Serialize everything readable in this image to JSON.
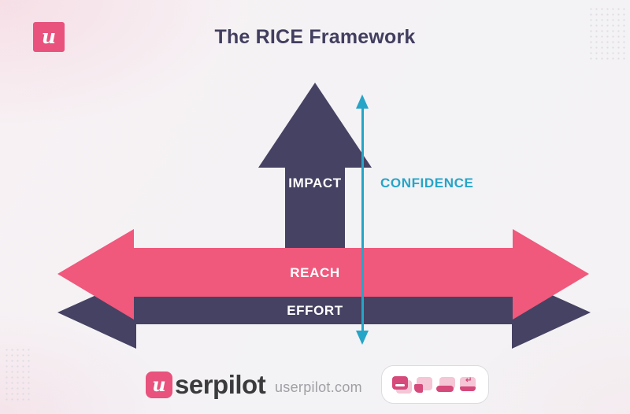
{
  "title": "The RICE Framework",
  "brand": {
    "logo_letter": "u",
    "logo_text_rest": "serpilot",
    "website": "userpilot.com"
  },
  "diagram": {
    "impact": {
      "label": "IMPACT",
      "color": "#464263"
    },
    "confidence": {
      "label": "CONFIDENCE",
      "color": "#25a5c8"
    },
    "reach": {
      "label": "REACH",
      "color": "#f0587c"
    },
    "effort": {
      "label": "EFFORT",
      "color": "#464263"
    }
  },
  "footer": {
    "icons": [
      {
        "name": "modal-icon"
      },
      {
        "name": "tooltip-icon"
      },
      {
        "name": "banner-icon"
      },
      {
        "name": "input-return-icon",
        "glyph": "↵"
      }
    ]
  },
  "colors": {
    "accent_pink": "#f0587c",
    "dark_purple": "#464263",
    "teal": "#25a5c8",
    "logo_pink": "#e8527d",
    "title_text": "#423e5f"
  }
}
